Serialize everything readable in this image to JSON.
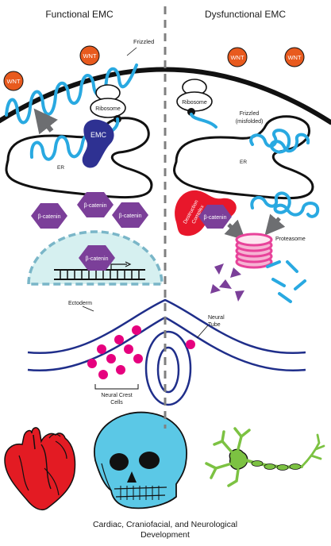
{
  "panels": {
    "left_title": "Functional EMC",
    "right_title": "Dysfunctional EMC"
  },
  "labels": {
    "wnt": "WNT",
    "frizzled": "Frizzled",
    "frizzled_misfolded_line1": "Frizzled",
    "frizzled_misfolded_line2": "(misfolded)",
    "ribosome": "Ribosome",
    "emc": "EMC",
    "er": "ER",
    "beta_catenin": "β-catenin",
    "destruction_line1": "Destruction",
    "destruction_line2": "Complex",
    "proteasome": "Proteasome",
    "ectoderm": "Ectoderm",
    "neural_tube_line1": "Neural",
    "neural_tube_line2": "Tube",
    "neural_crest_line1": "Neural Crest",
    "neural_crest_line2": "Cells",
    "bottom_line1": "Cardiac, Craniofacial, and Neurological",
    "bottom_line2": "Development"
  },
  "colors": {
    "wnt": "#e85a1e",
    "protein": "#29a9e1",
    "emc": "#2e3192",
    "beta_catenin": "#7b3f99",
    "destruction_complex": "#e8172b",
    "proteasome": "#e8439a",
    "neural_crest": "#e6007e",
    "heart": "#e31b23",
    "skull": "#5bc8e6",
    "neuron": "#7cc242",
    "nucleus": "#d6f0f0"
  }
}
